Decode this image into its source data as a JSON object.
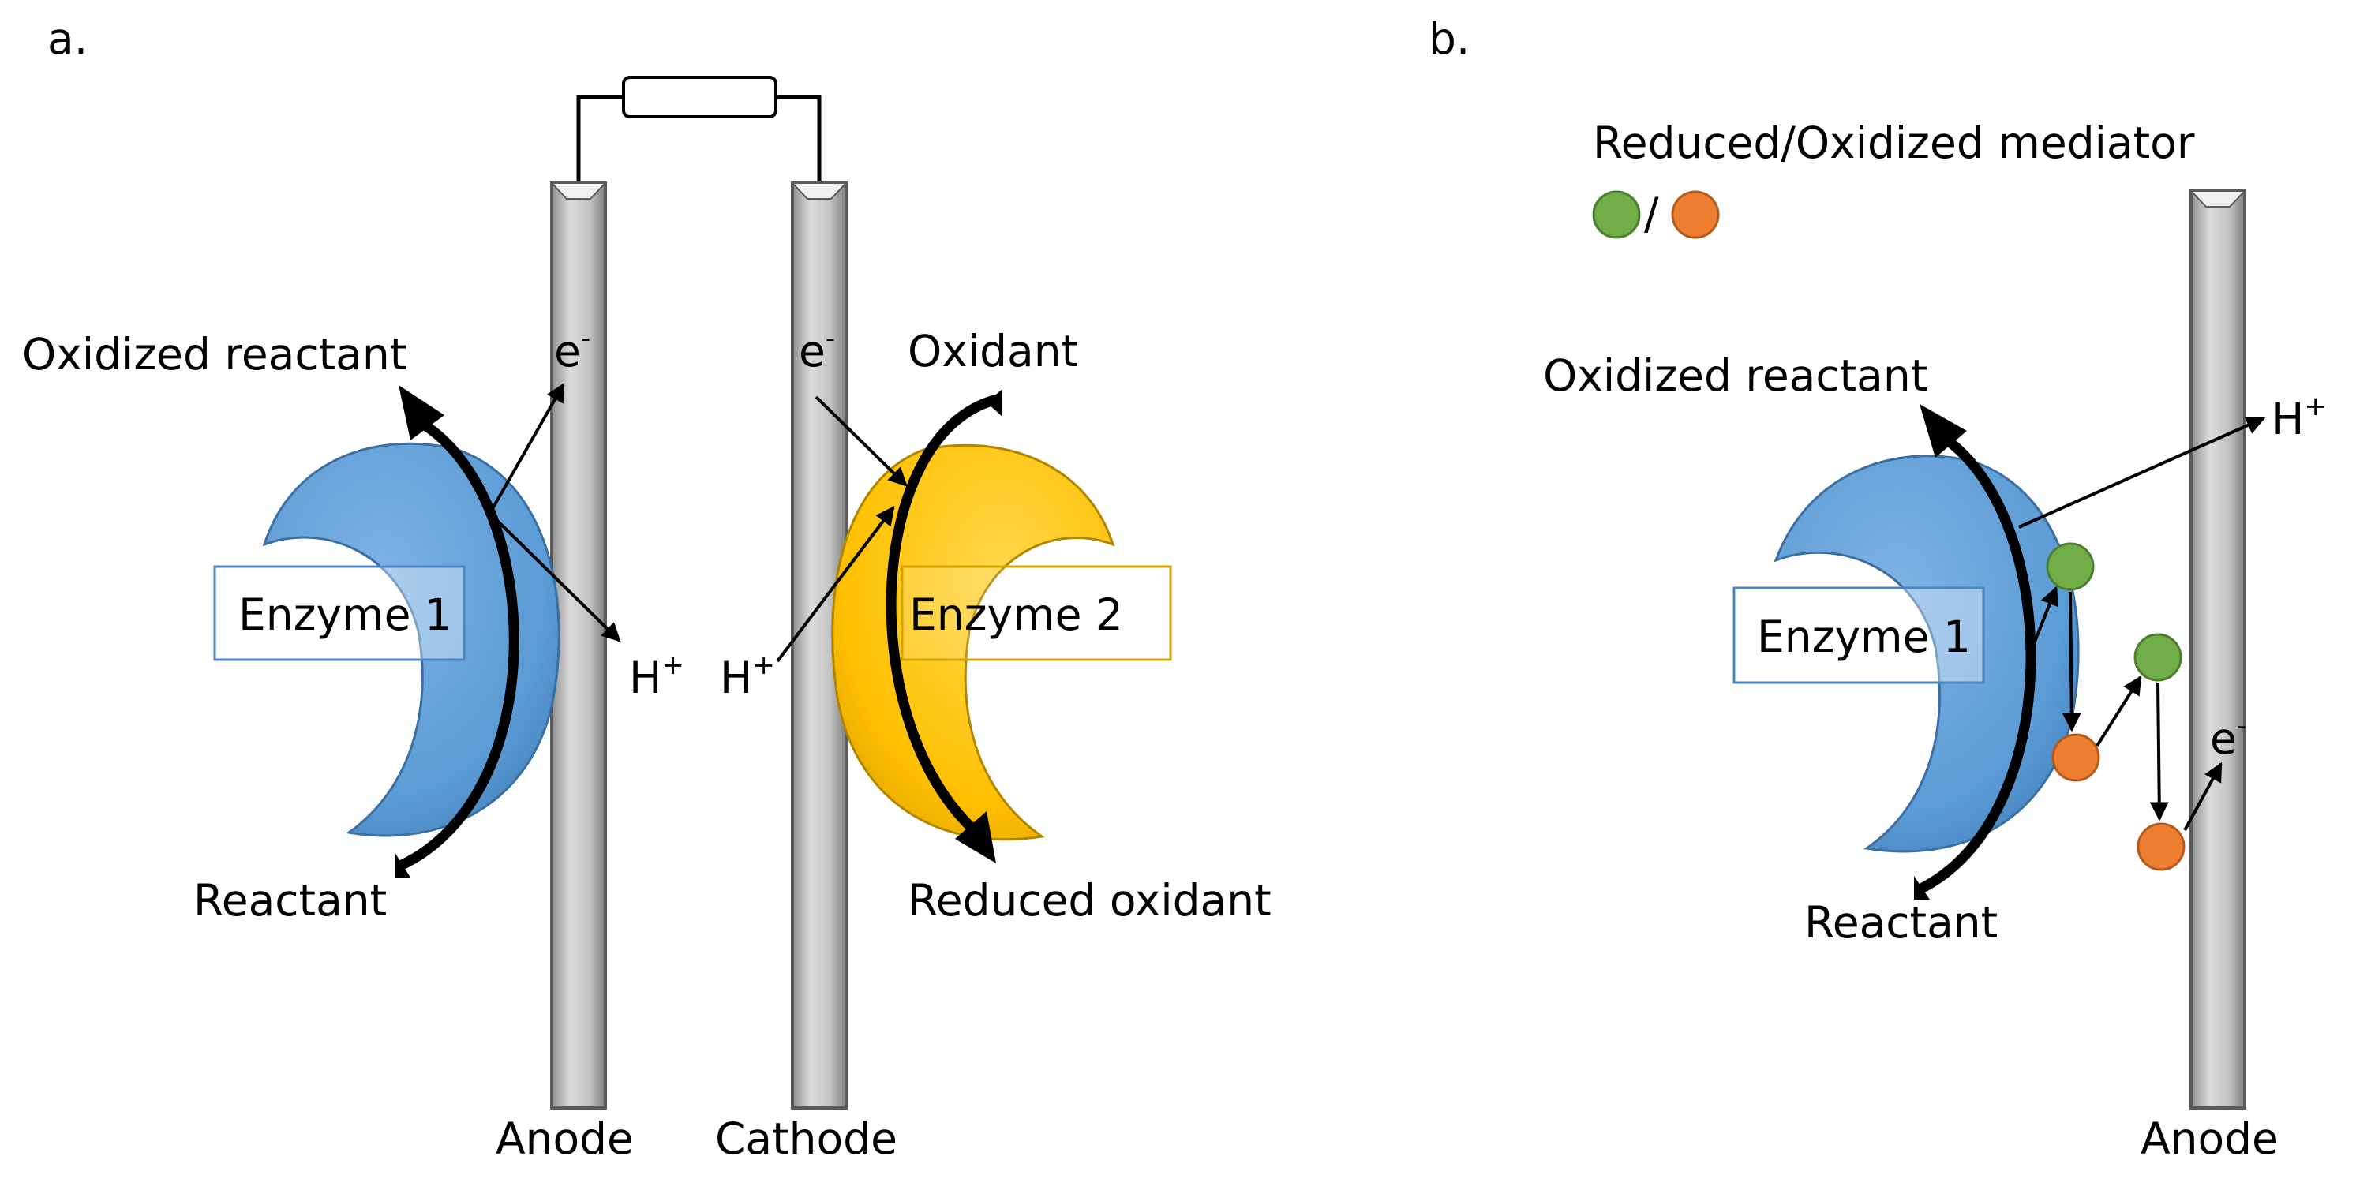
{
  "panel_a": {
    "letter": "a.",
    "anode_label": "Anode",
    "cathode_label": "Cathode",
    "enzyme1_label": "Enzyme 1",
    "enzyme2_label": "Enzyme 2",
    "oxidized_reactant": "Oxidized reactant",
    "reactant": "Reactant",
    "oxidant": "Oxidant",
    "reduced_oxidant": "Reduced oxidant",
    "electron_left": "e",
    "electron_right": "e",
    "proton_left": "H",
    "proton_right": "H"
  },
  "panel_b": {
    "letter": "b.",
    "mediator_legend": "Reduced/Oxidized mediator",
    "legend_slash": "/",
    "oxidized_reactant": "Oxidized reactant",
    "reactant": "Reactant",
    "enzyme1_label": "Enzyme 1",
    "proton": "H",
    "electron": "e",
    "anode_label": "Anode"
  },
  "charges": {
    "electron": "-",
    "proton": "+"
  },
  "colors": {
    "enzyme1": "#5b9bd5",
    "enzyme2": "#ffc000",
    "reduced_mediator": "#70ad47",
    "oxidized_mediator": "#ed7d31",
    "electrode": "#bfbfbf",
    "label_box_border": "#4a86c5"
  }
}
